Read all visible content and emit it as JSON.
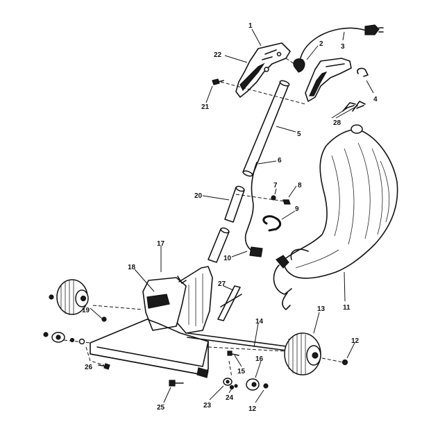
{
  "diagram": {
    "labels": {
      "l1": "1",
      "l2": "2",
      "l3": "3",
      "l4": "4",
      "l5": "5",
      "l6": "6",
      "l7": "7",
      "l8": "8",
      "l9": "9",
      "l10": "10",
      "l11": "11",
      "l12a": "12",
      "l12b": "12",
      "l13": "13",
      "l14": "14",
      "l15": "15",
      "l16": "16",
      "l17": "17",
      "l18": "18",
      "l19": "19",
      "l20": "20",
      "l21": "21",
      "l22": "22",
      "l23": "23",
      "l24": "24",
      "l25": "25",
      "l26": "26",
      "l27": "27",
      "l28": "28"
    }
  }
}
